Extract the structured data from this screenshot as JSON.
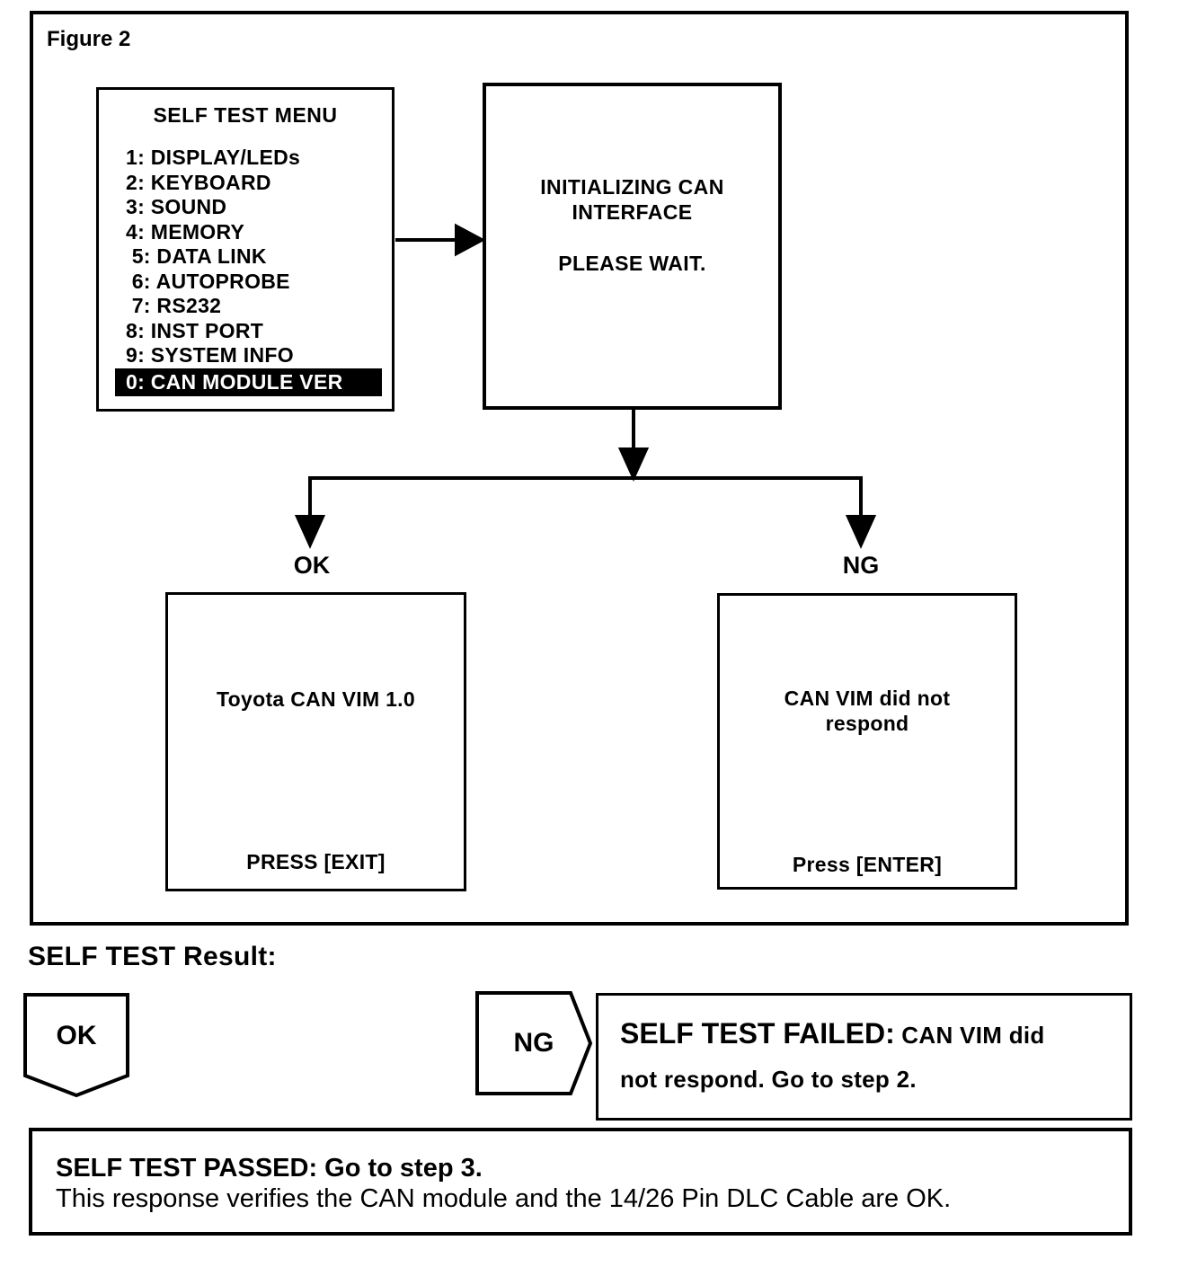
{
  "figure": {
    "label": "Figure 2"
  },
  "menu_screen": {
    "title": "SELF TEST MENU",
    "items": [
      {
        "label": "1: DISPLAY/LEDs",
        "highlighted": false
      },
      {
        "label": "2: KEYBOARD",
        "highlighted": false
      },
      {
        "label": "3: SOUND",
        "highlighted": false
      },
      {
        "label": "4: MEMORY",
        "highlighted": false
      },
      {
        "label": " 5: DATA LINK",
        "highlighted": false
      },
      {
        "label": " 6: AUTOPROBE",
        "highlighted": false
      },
      {
        "label": " 7: RS232",
        "highlighted": false
      },
      {
        "label": "8: INST PORT",
        "highlighted": false
      },
      {
        "label": "9: SYSTEM INFO",
        "highlighted": false
      },
      {
        "label": "0: CAN MODULE VER",
        "highlighted": true
      }
    ]
  },
  "init_screen": {
    "line1": "INITIALIZING CAN",
    "line2": "INTERFACE",
    "wait": "PLEASE WAIT."
  },
  "branches": {
    "ok_label": "OK",
    "ng_label": "NG"
  },
  "ok_screen": {
    "message": "Toyota CAN VIM 1.0",
    "action": "PRESS [EXIT]"
  },
  "ng_screen": {
    "message_line1": "CAN VIM did not",
    "message_line2": "respond",
    "action": "Press [ENTER]"
  },
  "result": {
    "heading": "SELF TEST Result:",
    "ok_badge": "OK",
    "ng_badge": "NG",
    "failed": {
      "prefix": "SELF TEST FAILED:",
      "line1_rest": " CAN VIM did",
      "line2": "not respond. Go to step 2."
    },
    "passed": {
      "line1": "SELF TEST PASSED: Go to step 3.",
      "line2": "This response verifies the CAN module and the 14/26 Pin DLC Cable are OK."
    }
  },
  "colors": {
    "ink": "#000000",
    "paper": "#ffffff",
    "highlight_bg": "#000000",
    "highlight_text": "#ffffff"
  }
}
